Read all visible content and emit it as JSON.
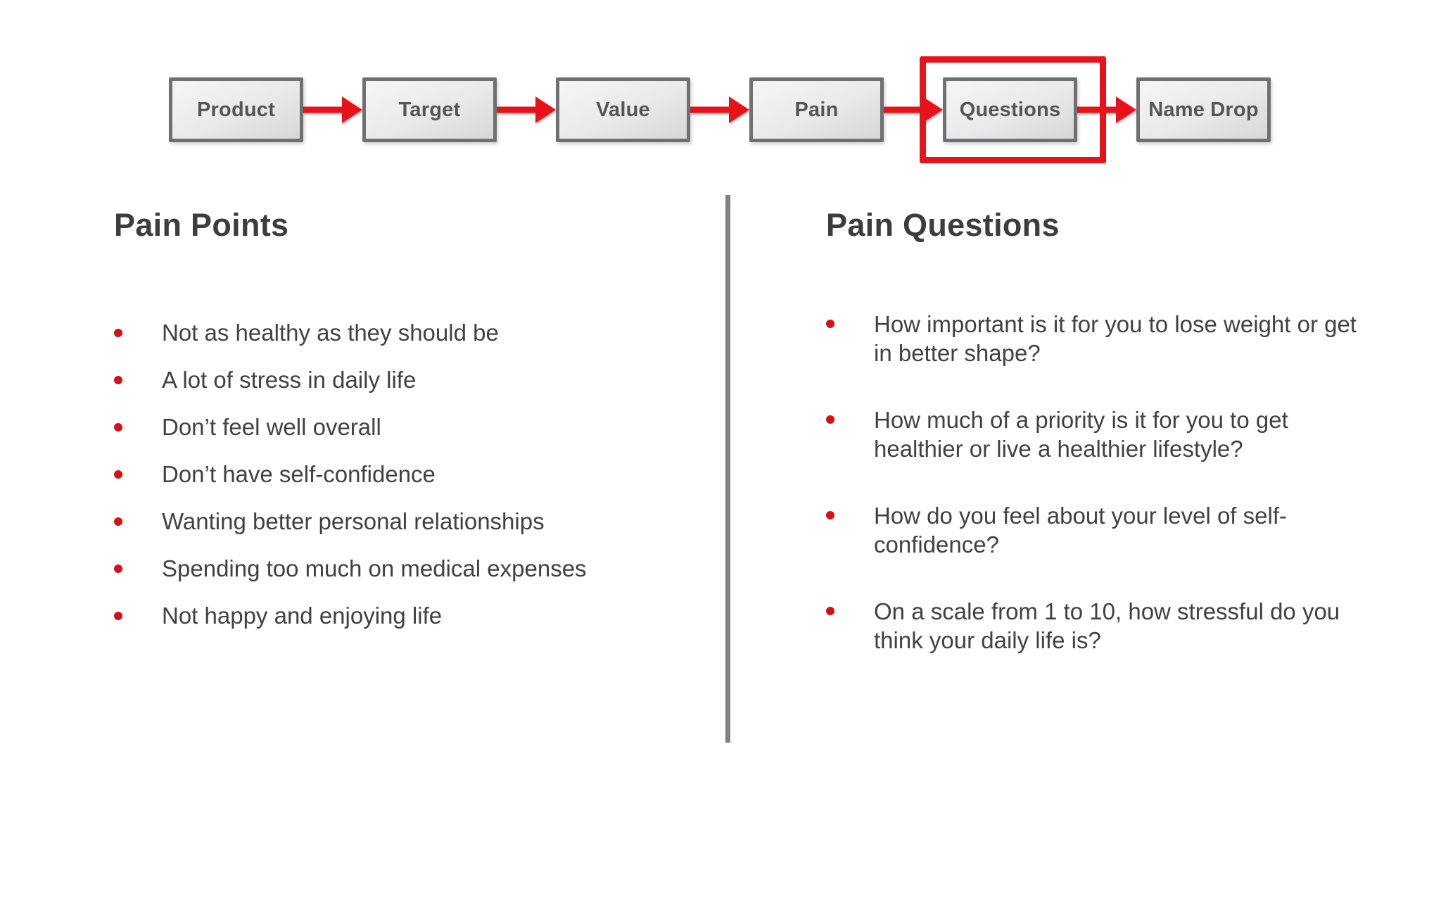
{
  "flow": {
    "steps": [
      {
        "label": "Product"
      },
      {
        "label": "Target"
      },
      {
        "label": "Value"
      },
      {
        "label": "Pain"
      },
      {
        "label": "Questions"
      },
      {
        "label": "Name Drop"
      }
    ],
    "highlighted_step": "Questions",
    "arrow_color": "#e8121a",
    "highlight_color": "#e8121a",
    "box_border_color": "#6f7072",
    "box_label_color": "#545557"
  },
  "left_panel": {
    "title": "Pain Points",
    "items": [
      "Not as healthy as they should be",
      "A lot of stress in daily life",
      "Don’t feel well overall",
      "Don’t have self-confidence",
      "Wanting better personal relationships",
      "Spending too much on medical expenses",
      "Not happy and enjoying life"
    ]
  },
  "right_panel": {
    "title": "Pain Questions",
    "items": [
      "How important is it for you to lose weight or get in better shape?",
      "How much of a priority is it for you to get healthier or live a healthier lifestyle?",
      "How do you feel about your level of self-confidence?",
      "On a scale from 1 to 10, how stressful do you think your daily life is?"
    ]
  },
  "colors": {
    "accent_red": "#e8121a",
    "bullet_red": "#d01317",
    "heading_gray": "#3c3d3f",
    "body_gray": "#3f4143",
    "divider_gray": "#7f8184",
    "background": "#ffffff"
  }
}
